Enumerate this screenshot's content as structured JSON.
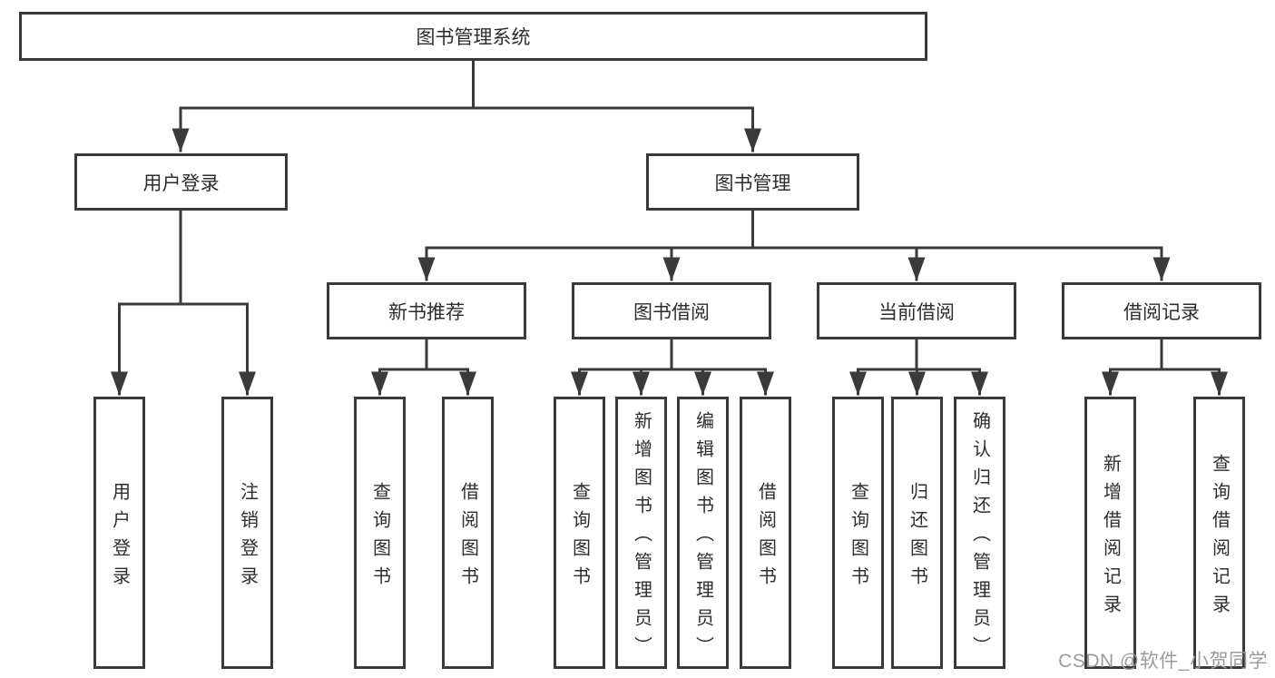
{
  "colors": {
    "line": "#3a3a3a",
    "box_border": "#3a3a3a",
    "text": "#2d2d2d",
    "watermark": "#9b9b9b",
    "background": "#ffffff"
  },
  "watermark": {
    "text": "CSDN @软件_小贺同学"
  },
  "tree": {
    "root": {
      "label": "图书管理系统",
      "children": [
        {
          "label": "用户登录",
          "children": [
            {
              "label": "用户登录"
            },
            {
              "label": "注销登录"
            }
          ]
        },
        {
          "label": "图书管理",
          "children": [
            {
              "label": "新书推荐",
              "children": [
                {
                  "label": "查询图书"
                },
                {
                  "label": "借阅图书"
                }
              ]
            },
            {
              "label": "图书借阅",
              "children": [
                {
                  "label": "查询图书"
                },
                {
                  "label": "新增图书（管理员）"
                },
                {
                  "label": "编辑图书（管理员）"
                },
                {
                  "label": "借阅图书"
                }
              ]
            },
            {
              "label": "当前借阅",
              "children": [
                {
                  "label": "查询图书"
                },
                {
                  "label": "归还图书"
                },
                {
                  "label": "确认归还（管理员）"
                }
              ]
            },
            {
              "label": "借阅记录",
              "children": [
                {
                  "label": "新增借阅记录"
                },
                {
                  "label": "查询借阅记录"
                }
              ]
            }
          ]
        }
      ]
    }
  }
}
